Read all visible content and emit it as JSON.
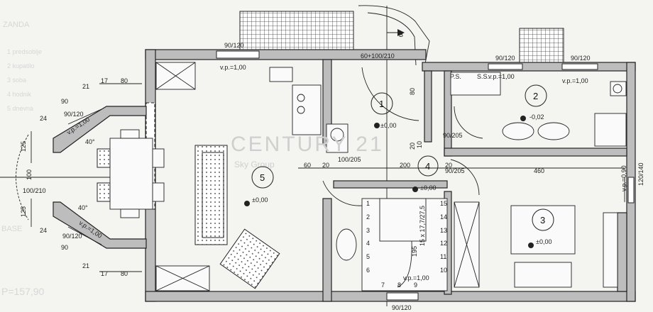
{
  "watermark": {
    "brand": "CENTURY 21",
    "sub": "Sky Group"
  },
  "rooms": [
    {
      "id": "room-1",
      "number": "1",
      "level": "±0,00"
    },
    {
      "id": "room-2",
      "number": "2",
      "level": "-0,02"
    },
    {
      "id": "room-3",
      "number": "3",
      "level": "±0,00"
    },
    {
      "id": "room-4",
      "number": "4",
      "level": "±0,00"
    },
    {
      "id": "room-5",
      "number": "5",
      "level": "±0,00"
    }
  ],
  "dims": {
    "w_top_living": "90/120",
    "w_top_right": "90/120",
    "w_bath": "90/120",
    "w_bottom": "90/120",
    "w_right": "120/140",
    "door_bay": "100/210",
    "door_entry": "60+100/210",
    "d_bath": "90/205",
    "d_kitchen": "100/205",
    "d_hall": "90/205",
    "vp_living": "v.p.=1,00",
    "vp_right": "v.p.=1,00",
    "vp_bath": "v.p.=1,00",
    "vp_bay_top": "v.p.=1,00",
    "vp_bay_bottom": "v.p.=1,00",
    "vp_bottom": "v.p.=1,00",
    "vp_vertical": "v.p.=0,90",
    "n80a": "80",
    "n80b": "80",
    "n17a": "17",
    "n17b": "17",
    "n21a": "21",
    "n21b": "21",
    "n90a": "90",
    "n90b": "90",
    "n90c": "90/120",
    "n90d": "90/120",
    "n24a": "24",
    "n24b": "24",
    "n25a": "125",
    "n25b": "125",
    "n100": "100",
    "ang40a": "40°",
    "ang40b": "40°",
    "n60": "60",
    "n20a": "20",
    "n200": "200",
    "n20b": "20",
    "n460": "460",
    "n80c": "80",
    "n20c": "20",
    "n10": "10",
    "ps": "P.S.",
    "ss": "S.S.",
    "arrow_b": "B",
    "stair": "15 x 17,7/27,5",
    "stair_len": "195"
  },
  "stairs": [
    "1",
    "2",
    "3",
    "4",
    "5",
    "6",
    "7",
    "8",
    "9",
    "10",
    "11",
    "12",
    "13",
    "14",
    "15"
  ],
  "legend_faded": [
    "ZANDA",
    "1 predsoblje",
    "2 kupatilo",
    "3 soba",
    "4 hodnik",
    "5 dnevna",
    "BASE",
    "P=157,90"
  ]
}
